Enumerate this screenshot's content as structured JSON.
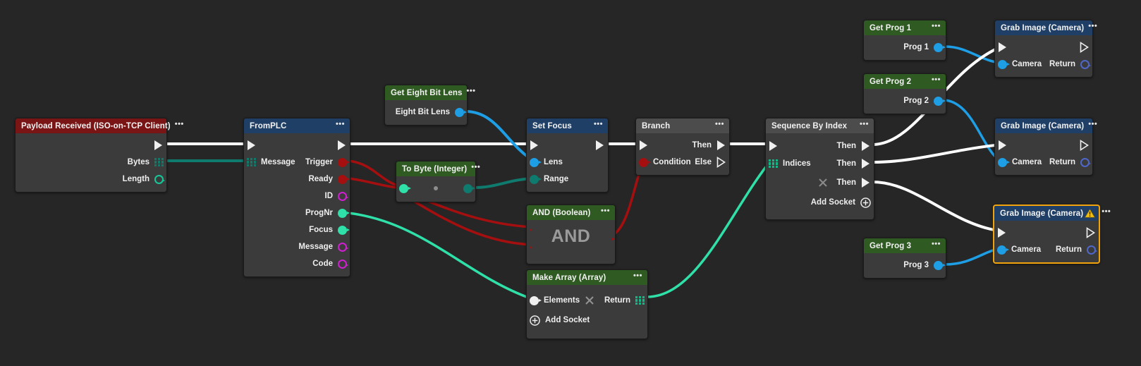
{
  "colors": {
    "canvas_bg": "#262626",
    "node_bg": "#3b3b3b",
    "header_blue": "#1f3f66",
    "header_green": "#2f5a22",
    "header_grey": "#4c4c4c",
    "header_red": "#7a1515",
    "selection_orange": "#f0a30a",
    "exec_wire": "#ffffff",
    "bool_wire": "#a50f0f",
    "camera_wire": "#1e9ee5",
    "array_wire": "#0f7a6e",
    "number_wire": "#2fe0a8",
    "warning_yellow": "#f2c010"
  },
  "nodes": {
    "payload_received": {
      "title": "Payload Received (ISO-on-TCP Client)",
      "menu": "•••",
      "outputs": [
        {
          "label": "",
          "socket": "exec-out-filled"
        },
        {
          "label": "Bytes",
          "socket": "array-grid-teal"
        },
        {
          "label": "Length",
          "socket": "hollow-green-circle"
        }
      ]
    },
    "from_plc": {
      "title": "FromPLC",
      "menu": "•••",
      "input_label": "Message",
      "outputs": [
        {
          "label": "Trigger",
          "socket": "red-circle"
        },
        {
          "label": "Ready",
          "socket": "red-circle"
        },
        {
          "label": "ID",
          "socket": "hollow-magenta-circle"
        },
        {
          "label": "ProgNr",
          "socket": "mint-circle"
        },
        {
          "label": "Focus",
          "socket": "mint-circle"
        },
        {
          "label": "Message",
          "socket": "hollow-magenta-circle"
        },
        {
          "label": "Code",
          "socket": "hollow-magenta-circle"
        }
      ]
    },
    "get_eight_bit_lens": {
      "title": "Get Eight Bit Lens",
      "menu": "•••",
      "output_label": "Eight Bit Lens"
    },
    "to_byte": {
      "title": "To Byte (Integer)",
      "menu": "•••"
    },
    "set_focus": {
      "title": "Set Focus",
      "menu": "•••",
      "inputs": [
        {
          "label": "Lens",
          "socket": "cyan-circle"
        },
        {
          "label": "Range",
          "socket": "teal-circle"
        }
      ]
    },
    "and_boolean": {
      "title": "AND (Boolean)",
      "menu": "•••",
      "operator": "AND"
    },
    "make_array": {
      "title": "Make Array (Array)",
      "menu": "•••",
      "elements_label": "Elements",
      "return_label": "Return",
      "add_socket_label": "Add Socket"
    },
    "branch": {
      "title": "Branch",
      "menu": "•••",
      "then_label": "Then",
      "else_label": "Else",
      "condition_label": "Condition"
    },
    "sequence_by_index": {
      "title": "Sequence By Index",
      "menu": "•••",
      "indices_label": "Indices",
      "then_labels": [
        "Then",
        "Then",
        "Then"
      ],
      "add_socket_label": "Add Socket"
    },
    "get_prog_1": {
      "title": "Get Prog 1",
      "menu": "•••",
      "output_label": "Prog 1"
    },
    "get_prog_2": {
      "title": "Get Prog 2",
      "menu": "•••",
      "output_label": "Prog 2"
    },
    "get_prog_3": {
      "title": "Get Prog 3",
      "menu": "•••",
      "output_label": "Prog 3"
    },
    "grab_image_1": {
      "title": "Grab Image (Camera)",
      "menu": "•••",
      "camera_label": "Camera",
      "return_label": "Return",
      "warning": false
    },
    "grab_image_2": {
      "title": "Grab Image (Camera)",
      "menu": "•••",
      "camera_label": "Camera",
      "return_label": "Return",
      "warning": false
    },
    "grab_image_3": {
      "title": "Grab Image (Camera)",
      "menu": "•••",
      "camera_label": "Camera",
      "return_label": "Return",
      "warning": true,
      "warning_icon": "warning-triangle-icon",
      "selected": true
    }
  }
}
